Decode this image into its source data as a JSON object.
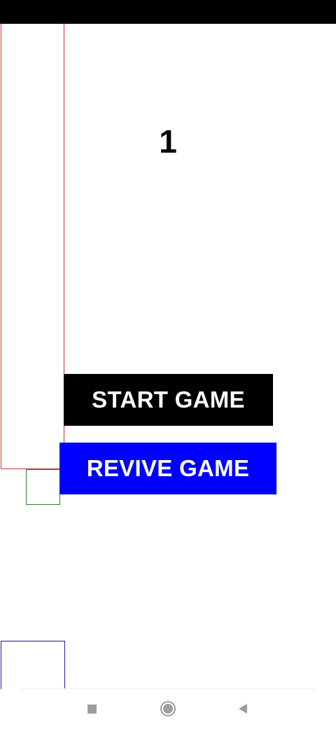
{
  "game": {
    "score": "1",
    "start_label": "START GAME",
    "revive_label": "REVIVE GAME"
  },
  "colors": {
    "start_button_bg": "#000000",
    "revive_button_bg": "#0000ff",
    "obstacle_top": "#c0392b",
    "player": "#2e7d32",
    "obstacle_bottom": "#1a1aa0"
  },
  "nav": {
    "icons": [
      "recent-apps-icon",
      "home-icon",
      "back-icon"
    ]
  }
}
